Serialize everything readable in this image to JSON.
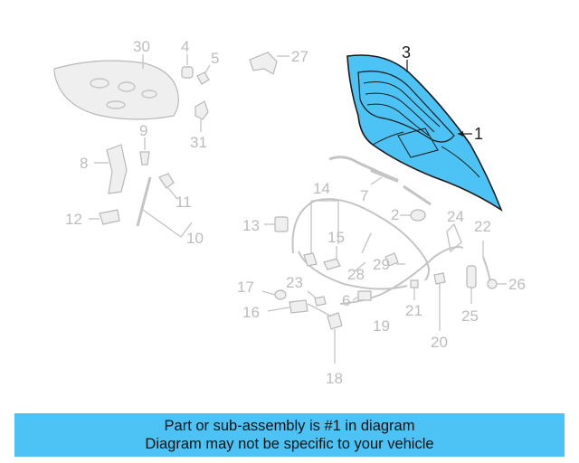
{
  "diagram": {
    "highlight_color": "#4dc3f5",
    "callouts": {
      "n1": "1",
      "n2": "2",
      "n3": "3",
      "n4": "4",
      "n5": "5",
      "n6": "6",
      "n7": "7",
      "n8": "8",
      "n9": "9",
      "n10": "10",
      "n11": "11",
      "n12": "12",
      "n13": "13",
      "n14": "14",
      "n15": "15",
      "n16": "16",
      "n17": "17",
      "n18": "18",
      "n19": "19",
      "n20": "20",
      "n21": "21",
      "n22": "22",
      "n23": "23",
      "n24": "24",
      "n25": "25",
      "n26": "26",
      "n27": "27",
      "n28": "28",
      "n29": "29",
      "n30": "30",
      "n31": "31"
    }
  },
  "banner": {
    "color": "#4dc3f5",
    "line1": "Part or sub-assembly is #1 in diagram",
    "line2": "Diagram may not be specific to your vehicle"
  }
}
